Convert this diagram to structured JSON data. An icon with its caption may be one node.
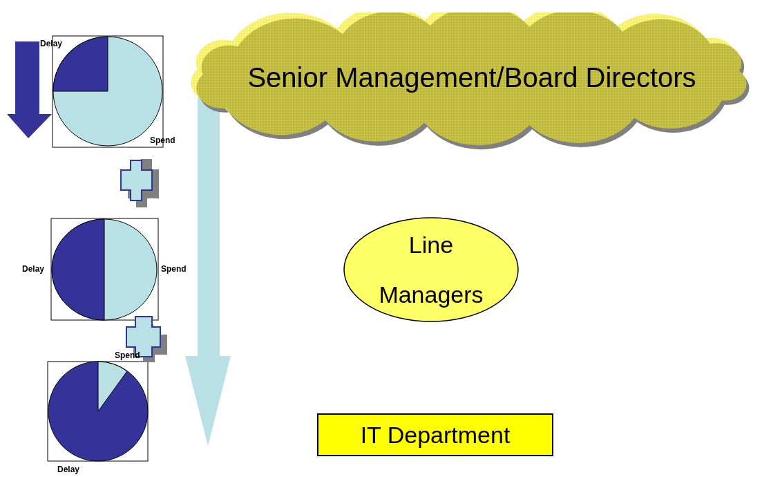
{
  "diagram": {
    "nodes": [
      {
        "text": [
          "Senior Management/Board Directors"
        ]
      },
      {
        "text": [
          "Line Managers"
        ]
      },
      {
        "text": [
          "IT Department"
        ]
      }
    ],
    "labels": [
      "Delay",
      "Spend",
      "Delay",
      "Spend",
      "Spend",
      "Delay"
    ]
  }
}
